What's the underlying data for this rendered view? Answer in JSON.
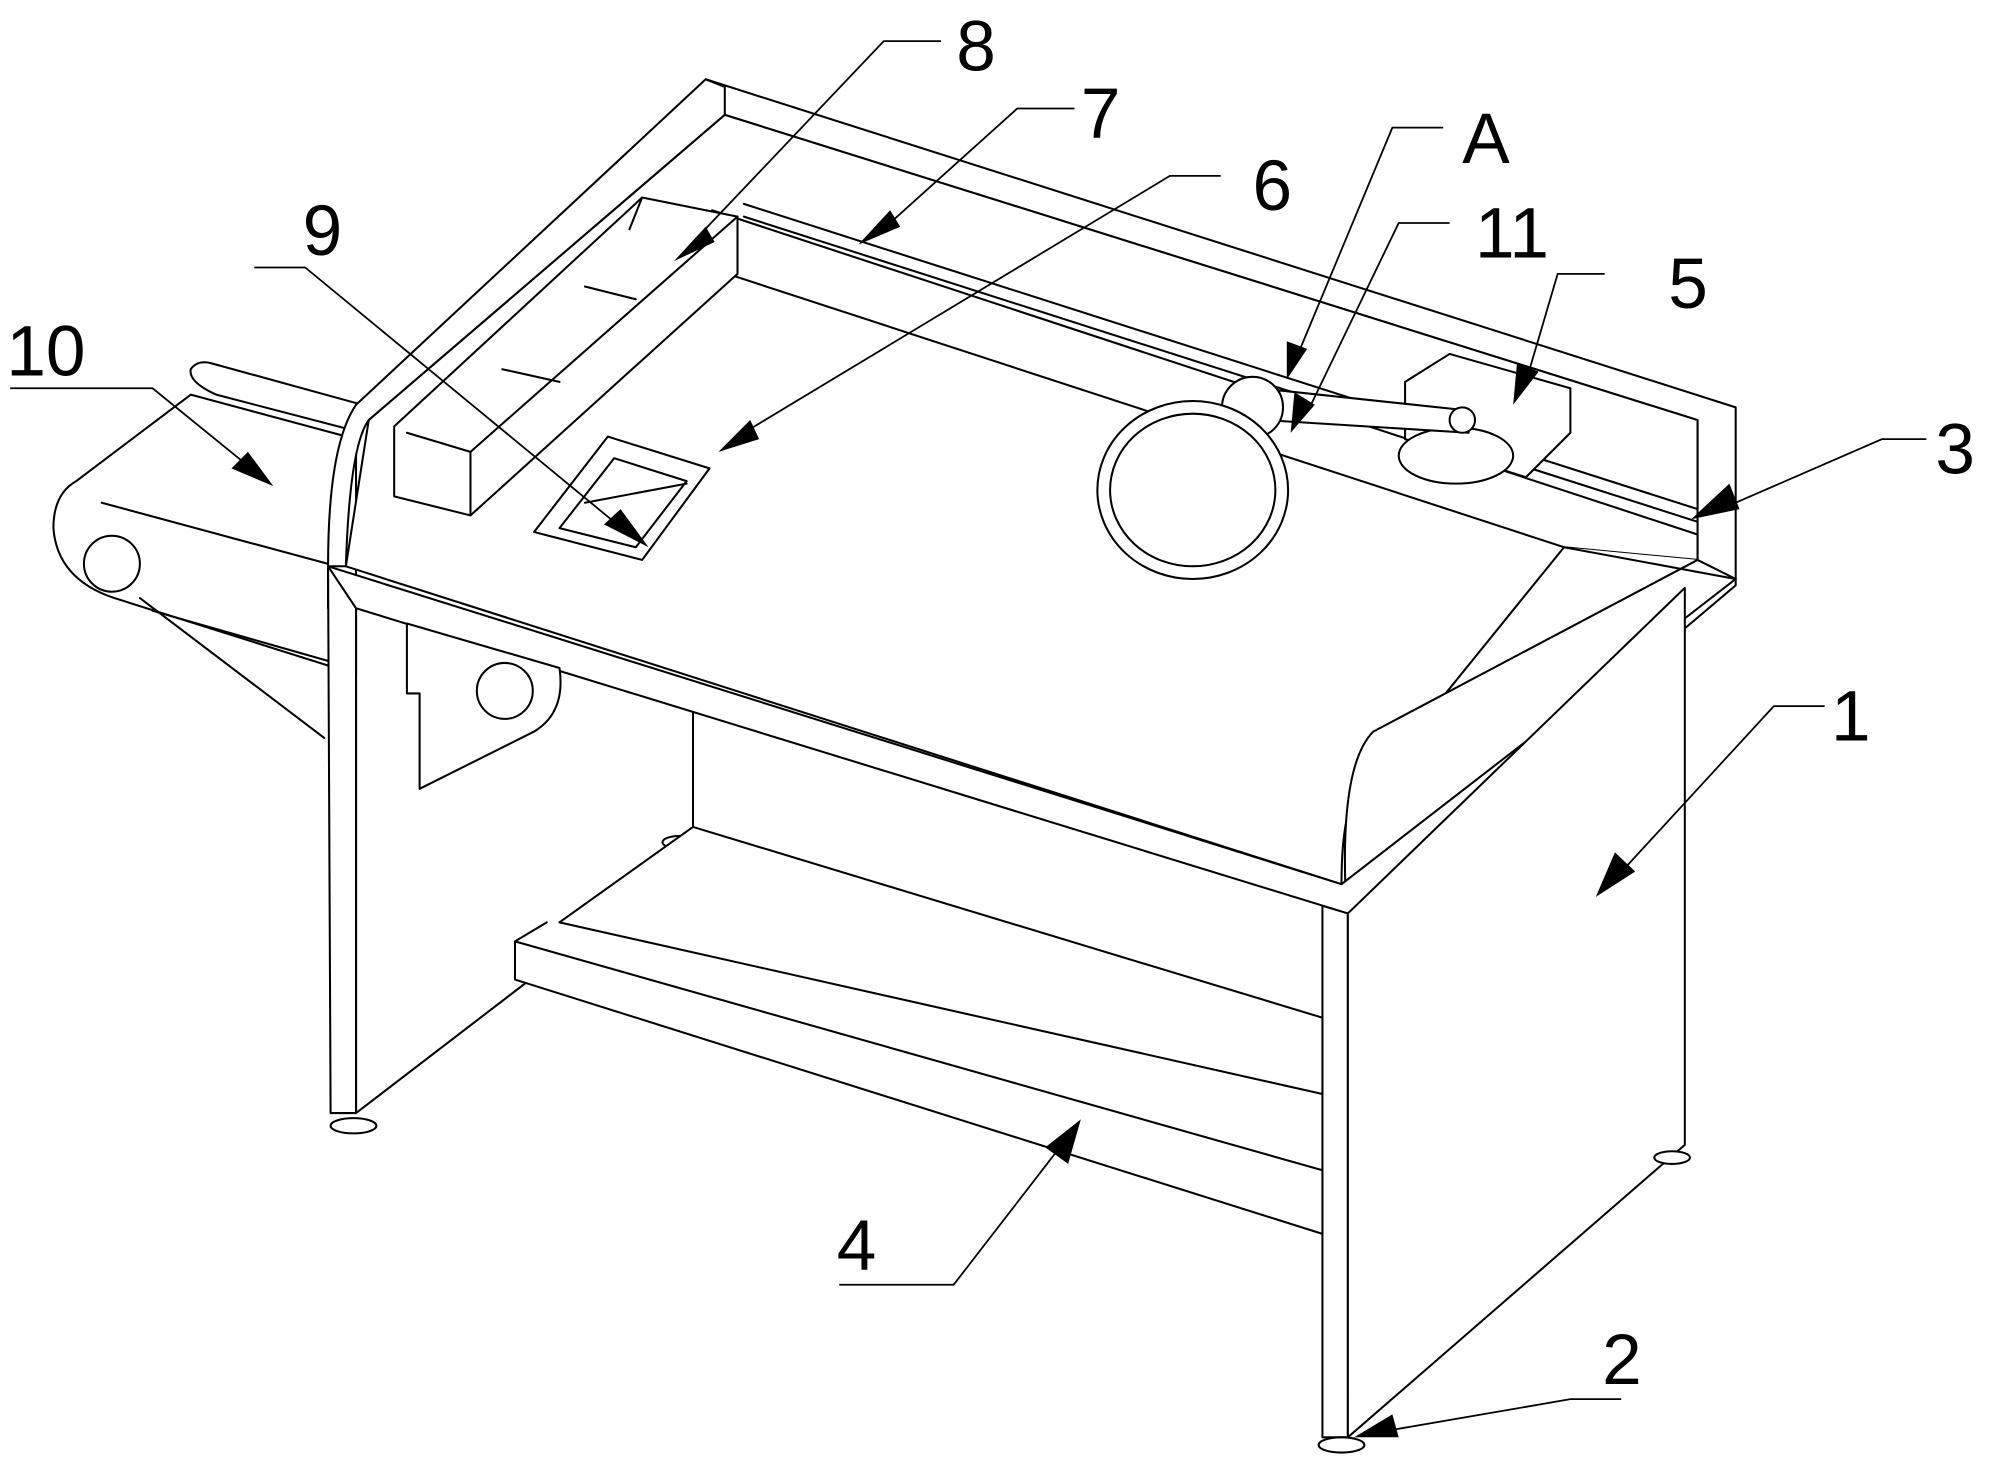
{
  "figure": {
    "labels": {
      "l1": "1",
      "l2": "2",
      "l3": "3",
      "l4": "4",
      "l5": "5",
      "l6": "6",
      "l7": "7",
      "l8": "8",
      "l9": "9",
      "l10": "10",
      "l11": "11",
      "lA": "A"
    },
    "colors": {
      "line": "#000000",
      "background": "#ffffff"
    }
  }
}
